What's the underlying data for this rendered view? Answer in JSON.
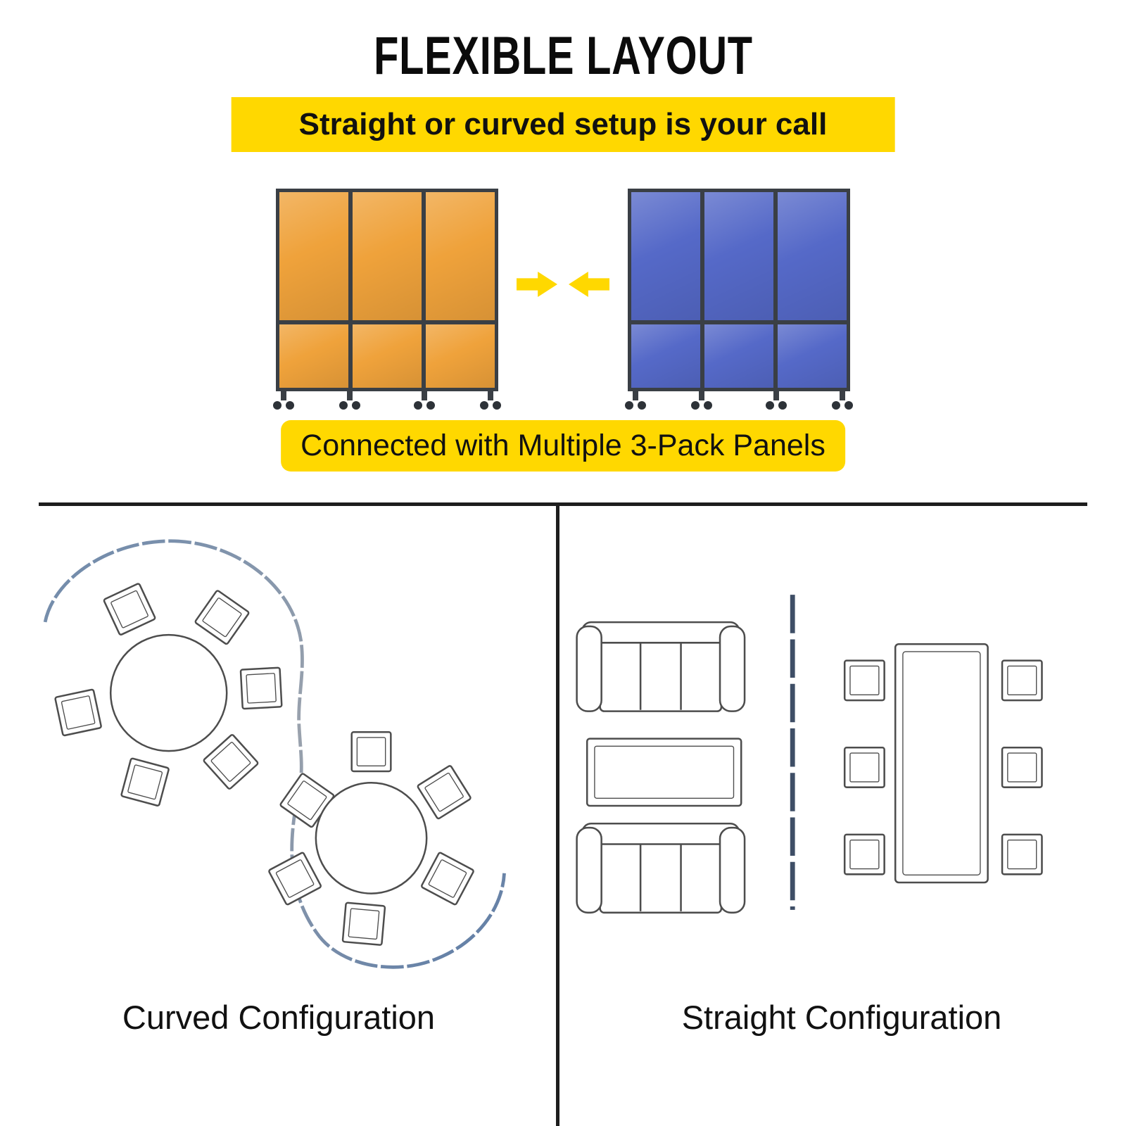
{
  "title": "FLEXIBLE LAYOUT",
  "banners": {
    "top": "Straight or curved setup is your call",
    "bottom": "Connected with Multiple 3-Pack Panels"
  },
  "labels": {
    "curved": "Curved Configuration",
    "straight": "Straight Configuration"
  },
  "panel_units": {
    "left": {
      "color_name": "orange",
      "panel_count": 3
    },
    "right": {
      "color_name": "blue",
      "panel_count": 3
    }
  },
  "icons": {
    "merge_right_arrow": "right-block-arrow",
    "merge_left_arrow": "left-block-arrow",
    "caster": "double-wheel-caster"
  },
  "colors": {
    "banner_yellow": "#FFD800",
    "arrow_yellow": "#FFD800",
    "panel_orange": "#EFA23B",
    "panel_blue": "#5569C8",
    "frame_dark": "#3A3F45"
  }
}
